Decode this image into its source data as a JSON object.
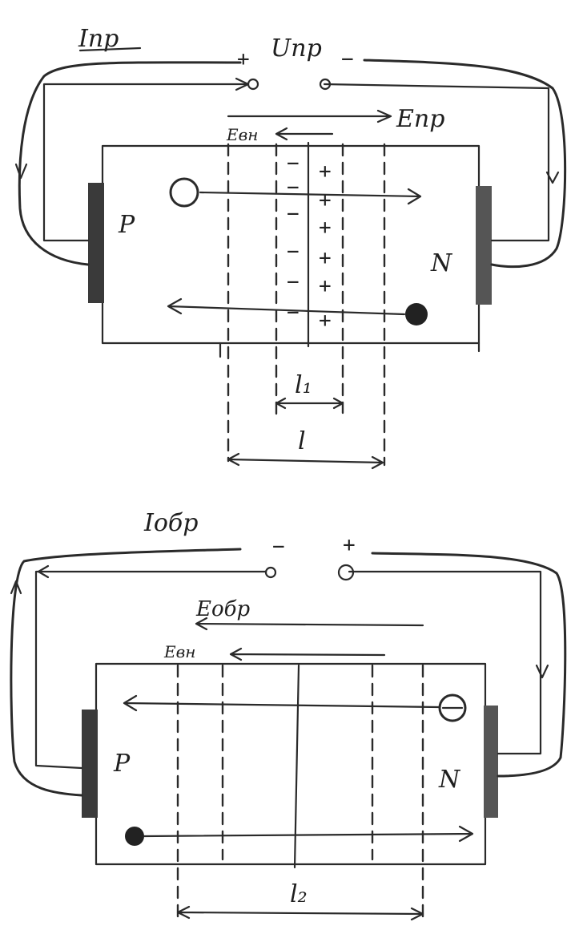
{
  "forward": {
    "current_label": "Iпр",
    "voltage_label": "Uпр",
    "plus": "+",
    "minus": "−",
    "field_external": "Eпр",
    "field_internal": "Eвн",
    "p_label": "P",
    "n_label": "N",
    "charges_left": [
      "−",
      "−",
      "−",
      "−",
      "−",
      "−"
    ],
    "charges_right": [
      "+",
      "+",
      "+",
      "+",
      "+",
      "+"
    ],
    "width_inner": "l₁",
    "width_outer": "l"
  },
  "reverse": {
    "current_label": "Iобр",
    "minus": "−",
    "plus": "+",
    "field_external": "Eобр",
    "field_internal": "Eвн",
    "p_label": "P",
    "n_label": "N",
    "width": "l₂"
  }
}
